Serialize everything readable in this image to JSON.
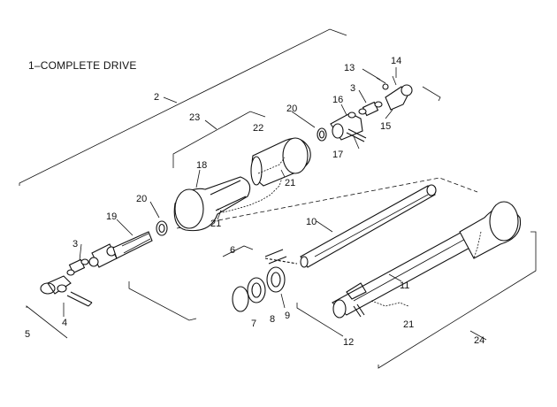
{
  "title": "1–COMPLETE DRIVE",
  "callouts": {
    "c2": "2",
    "c3a": "3",
    "c3b": "3",
    "c4": "4",
    "c5": "5",
    "c6": "6",
    "c7": "7",
    "c8": "8",
    "c9": "9",
    "c10": "10",
    "c11": "11",
    "c12": "12",
    "c13": "13",
    "c14": "14",
    "c15": "15",
    "c16": "16",
    "c17": "17",
    "c18": "18",
    "c19": "19",
    "c20a": "20",
    "c20b": "20",
    "c21a": "21",
    "c21b": "21",
    "c21c": "21",
    "c22": "22",
    "c23": "23",
    "c24": "24"
  }
}
